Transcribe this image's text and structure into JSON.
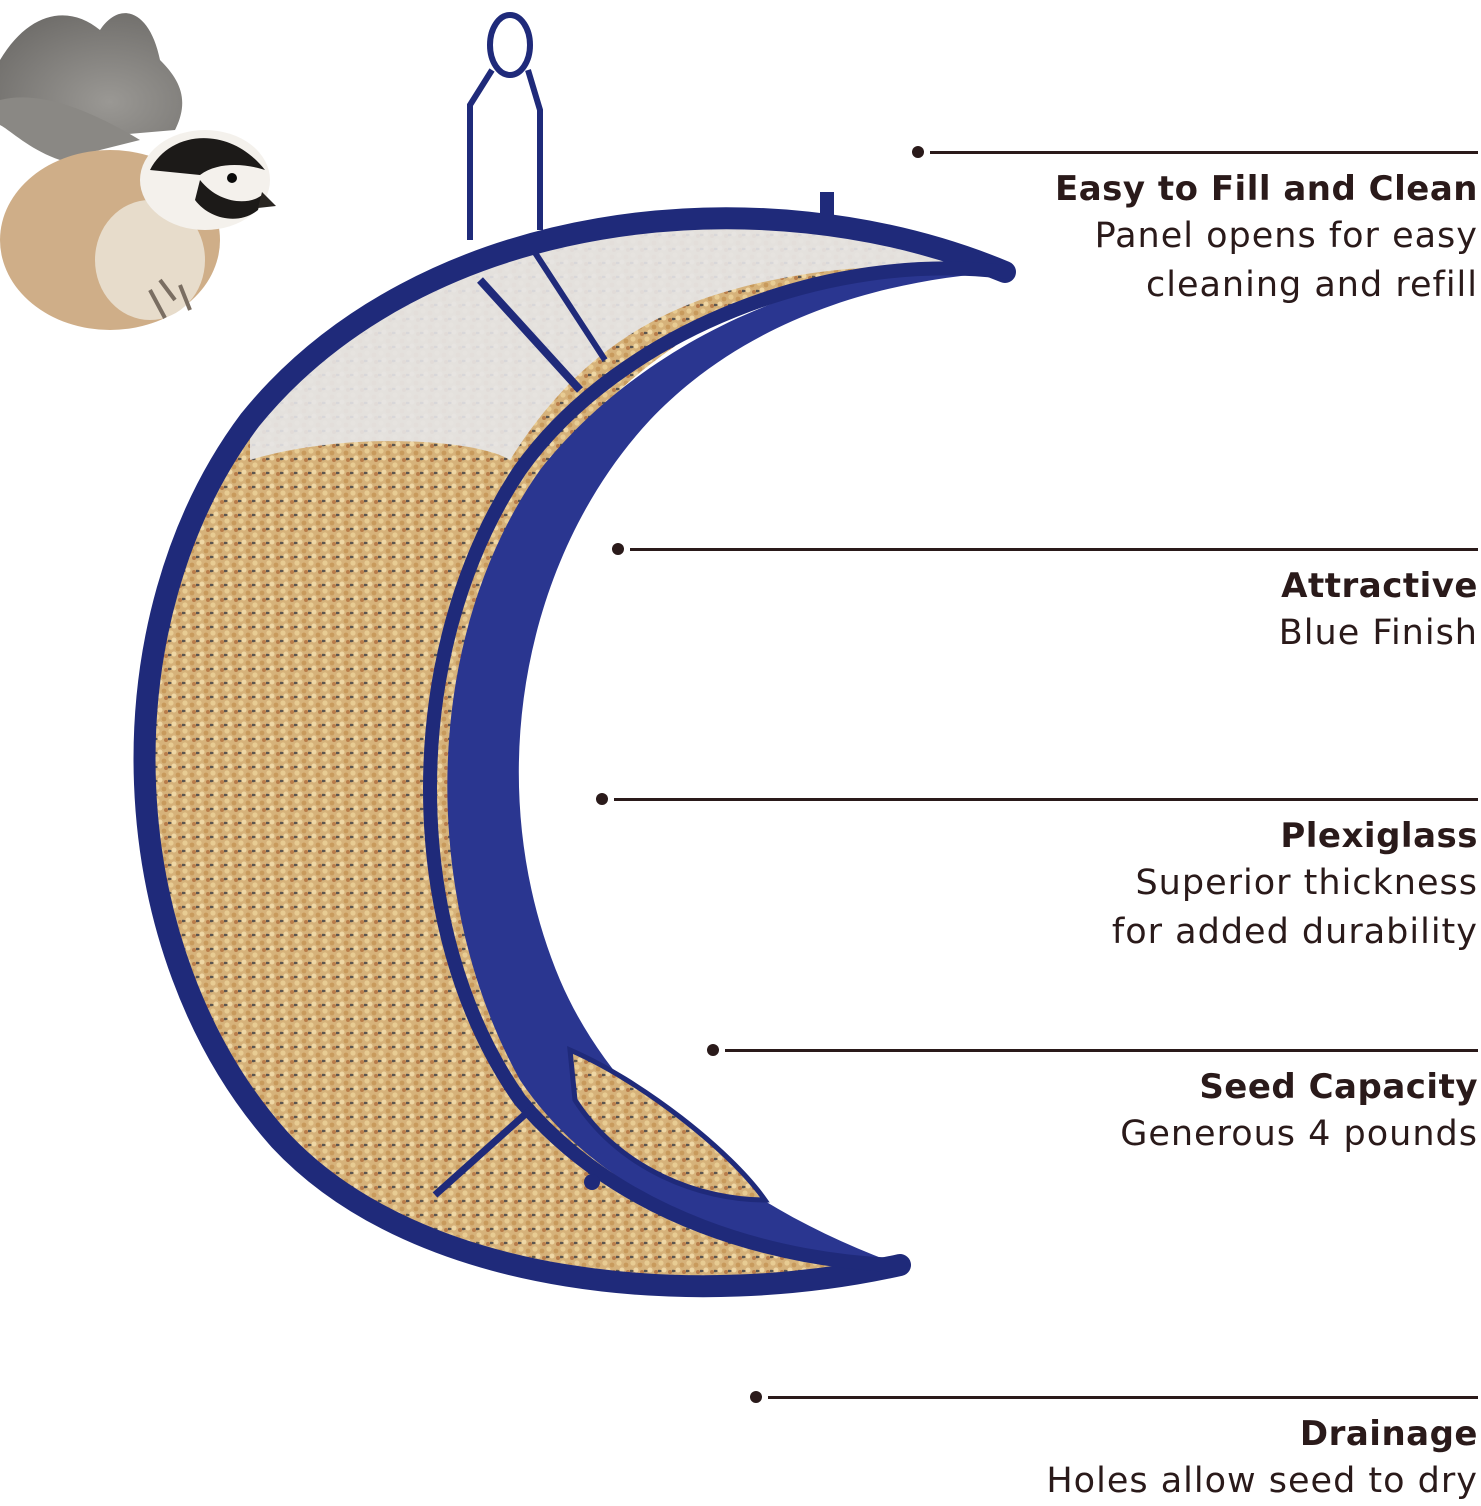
{
  "colors": {
    "frame_blue": "#1f2a7a",
    "text": "#2a1a1a",
    "background": "#ffffff",
    "seed": "#c9a36a"
  },
  "illustration": {
    "subject_icon": "moon-bird-feeder",
    "bird_icon": "chickadee-bird"
  },
  "features": [
    {
      "title": "Easy to Fill and Clean",
      "lines": [
        "Panel opens for easy",
        "cleaning and refill"
      ]
    },
    {
      "title": "Attractive",
      "lines": [
        "Blue Finish"
      ]
    },
    {
      "title": "Plexiglass",
      "lines": [
        "Superior thickness",
        "for added durability"
      ]
    },
    {
      "title": "Seed Capacity",
      "lines": [
        "Generous 4 pounds"
      ]
    },
    {
      "title": "Drainage",
      "lines": [
        "Holes allow seed to dry"
      ]
    }
  ]
}
